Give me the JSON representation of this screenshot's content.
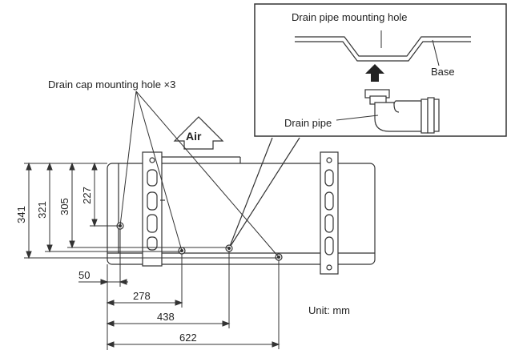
{
  "inset": {
    "hole_label": "Drain pipe mounting hole",
    "base_label": "Base",
    "pipe_label": "Drain pipe"
  },
  "main": {
    "cap_label": "Drain cap mounting hole ×3",
    "air_label": "Air",
    "unit_label": "Unit: mm"
  },
  "dimensions": {
    "vertical": [
      "341",
      "321",
      "305",
      "227"
    ],
    "horizontal": [
      "50",
      "278",
      "438",
      "622"
    ]
  },
  "colors": {
    "line": "#333333",
    "fill_light": "#ffffff",
    "arrow_dark": "#222222"
  }
}
